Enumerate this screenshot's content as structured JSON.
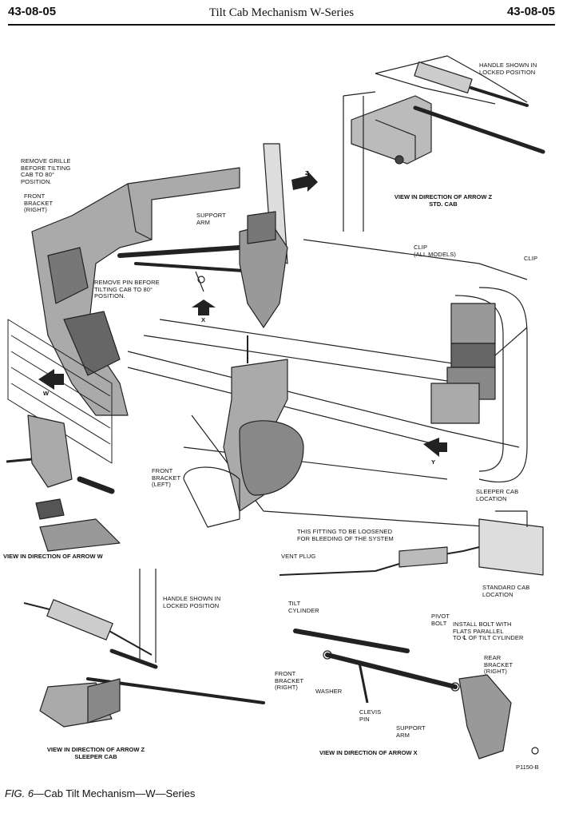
{
  "header": {
    "page_left": "43-08-05",
    "title": "Tilt Cab Mechanism  W-Series",
    "page_right": "43-08-05"
  },
  "labels": {
    "handle_top": "HANDLE SHOWN IN\nLOCKED POSITION",
    "remove_grille": "REMOVE GRILLE\nBEFORE TILTING\nCAB TO 80°\nPOSITION.",
    "front_bracket_right": "FRONT\nBRACKET\n(RIGHT)",
    "support_arm": "SUPPORT\nARM",
    "remove_pin": "REMOVE PIN BEFORE\nTILTING CAB TO 80°\nPOSITION.",
    "clip_all": "CLIP\n(ALL MODELS)",
    "clip": "CLIP",
    "front_bracket_left": "FRONT\nBRACKET\n(LEFT)",
    "sleeper_location": "SLEEPER CAB\nLOCATION",
    "fitting": "THIS FITTING TO BE LOOSENED\nFOR BLEEDING OF THE SYSTEM",
    "vent_plug": "VENT PLUG",
    "std_location": "STANDARD CAB\nLOCATION",
    "handle_bottom": "HANDLE SHOWN IN\nLOCKED POSITION",
    "tilt_cylinder": "TILT\nCYLINDER",
    "pivot_bolt": "PIVOT\nBOLT",
    "install_bolt": "INSTALL BOLT WITH\nFLATS PARALLEL\nTO ℄ OF TILT CYLINDER",
    "rear_bracket": "REAR\nBRACKET\n(RIGHT)",
    "front_bracket_right_x": "FRONT\nBRACKET\n(RIGHT)",
    "washer": "WASHER",
    "clevis_pin": "CLEVIS\nPIN",
    "support_arm_x": "SUPPORT\nARM"
  },
  "views": {
    "arrow_z_std": "VIEW IN DIRECTION OF ARROW Z\nSTD. CAB",
    "arrow_w": "VIEW IN DIRECTION OF ARROW W",
    "arrow_z_sleeper": "VIEW IN DIRECTION OF ARROW Z\nSLEEPER CAB",
    "arrow_x": "VIEW IN DIRECTION OF ARROW X"
  },
  "arrows": {
    "z": "Z",
    "x": "X",
    "w": "W",
    "y": "Y"
  },
  "figure_code": "P1150-B",
  "caption": {
    "fig": "FIG. 6",
    "text": "—Cab Tilt Mechanism—W—Series"
  }
}
